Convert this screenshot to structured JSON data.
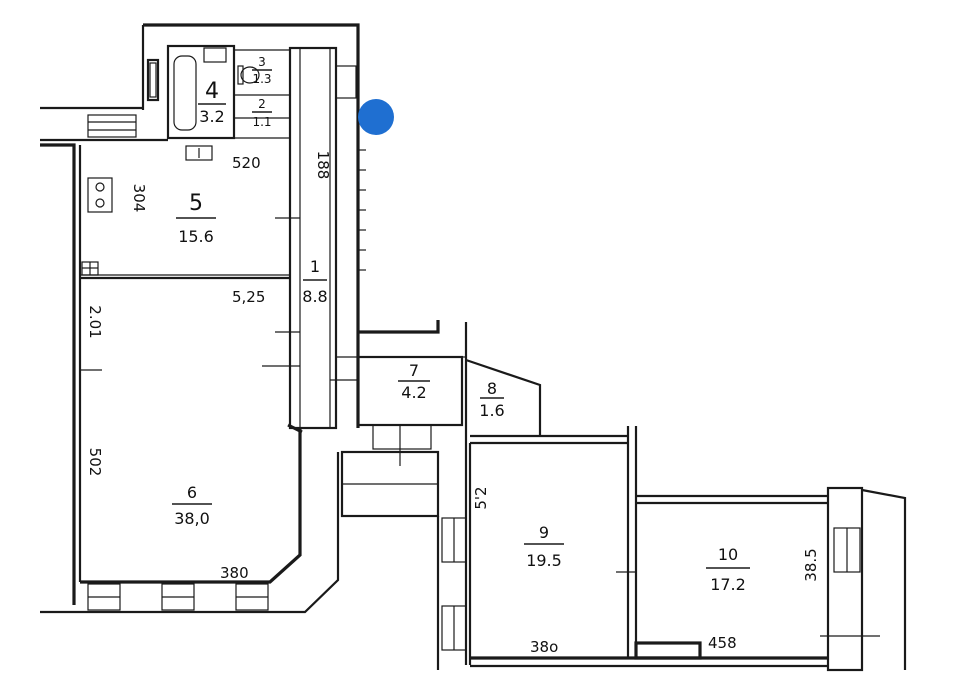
{
  "rooms": [
    {
      "id": "1",
      "number": "1",
      "area": "8.8"
    },
    {
      "id": "2",
      "number": "2",
      "area": "1.1"
    },
    {
      "id": "3",
      "number": "3",
      "area": "1.3"
    },
    {
      "id": "4",
      "number": "4",
      "area": "3.2"
    },
    {
      "id": "5",
      "number": "5",
      "area": "15.6"
    },
    {
      "id": "6",
      "number": "6",
      "area": "38,0"
    },
    {
      "id": "7",
      "number": "7",
      "area": "4.2"
    },
    {
      "id": "8",
      "number": "8",
      "area": "1.6"
    },
    {
      "id": "9",
      "number": "9",
      "area": "19.5"
    },
    {
      "id": "10",
      "number": "10",
      "area": "17.2"
    }
  ],
  "dimensions": {
    "d520": "520",
    "d304": "304",
    "d188": "188",
    "d525": "5,25",
    "d201": "2.01",
    "d502": "502",
    "d380a": "380",
    "d512": "5'2",
    "d380b": "38o",
    "d458": "458",
    "d385": "38.5"
  },
  "colors": {
    "ink": "#1a1a1a",
    "marker": "#1f6fd1"
  }
}
